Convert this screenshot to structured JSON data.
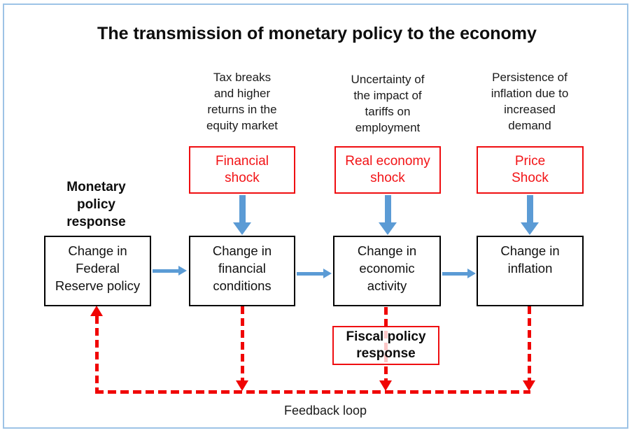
{
  "title": "The transmission of monetary policy to the economy",
  "annotations": [
    {
      "id": "financial-shock-note",
      "text": "Tax breaks\nand higher\nreturns in the\nequity market"
    },
    {
      "id": "real-economy-shock-note",
      "text": "Uncertainty of\nthe impact of\ntariffs on\nemployment"
    },
    {
      "id": "price-shock-note",
      "text": "Persistence of\ninflation due to\nincreased\ndemand"
    }
  ],
  "shocks": [
    {
      "label": "Financial\nshock"
    },
    {
      "label": "Real economy\nshock"
    },
    {
      "label": "Price\nShock"
    }
  ],
  "flow_boxes": [
    {
      "label": "Change in\nFederal\nReserve policy"
    },
    {
      "label": "Change in\nfinancial\nconditions"
    },
    {
      "label": "Change in\neconomic\nactivity"
    },
    {
      "label": "Change in\ninflation"
    }
  ],
  "side_labels": {
    "monetary": "Monetary\npolicy\nresponse",
    "fiscal": "Fiscal policy\nresponse",
    "feedback": "Feedback loop"
  },
  "colors": {
    "arrow_blue": "#5b9bd5",
    "feedback_red": "#f00404",
    "shock_border_red": "#ef0e11",
    "frame_blue": "#9dc3e6",
    "flow_box_border": "#000000"
  }
}
